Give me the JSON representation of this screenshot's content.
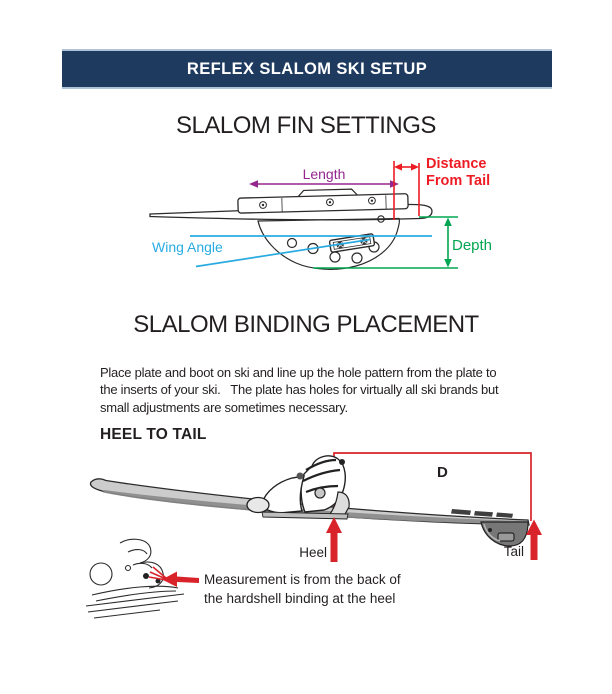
{
  "colors": {
    "navy": "#1E3A5F",
    "navy-edge": "#AEC3D8",
    "ink": "#231F20",
    "purple": "#93278F",
    "red": "#ED1C24",
    "green": "#00A651",
    "cyan": "#29ABE2",
    "dim-red": "#D8232A"
  },
  "header": {
    "title": "REFLEX SLALOM SKI SETUP"
  },
  "fin": {
    "heading": "SLALOM FIN SETTINGS",
    "length_label": "Length",
    "distance_label_line1": "Distance",
    "distance_label_line2": "From Tail",
    "depth_label": "Depth",
    "wing_angle_label": "Wing Angle"
  },
  "binding": {
    "heading": "SLALOM BINDING PLACEMENT",
    "paragraph_lines": [
      "Place plate and boot on ski and line up the hole pattern from the plate to",
      "the inserts of your ski.   The plate has holes for virtually all ski brands but",
      "small adjustments are sometimes necessary."
    ],
    "subheading": "HEEL TO TAIL",
    "d_label": "D",
    "heel_label": "Heel",
    "tail_label": "Tail",
    "note_lines": [
      "Measurement is from the back of",
      "the hardshell binding at the heel"
    ]
  }
}
